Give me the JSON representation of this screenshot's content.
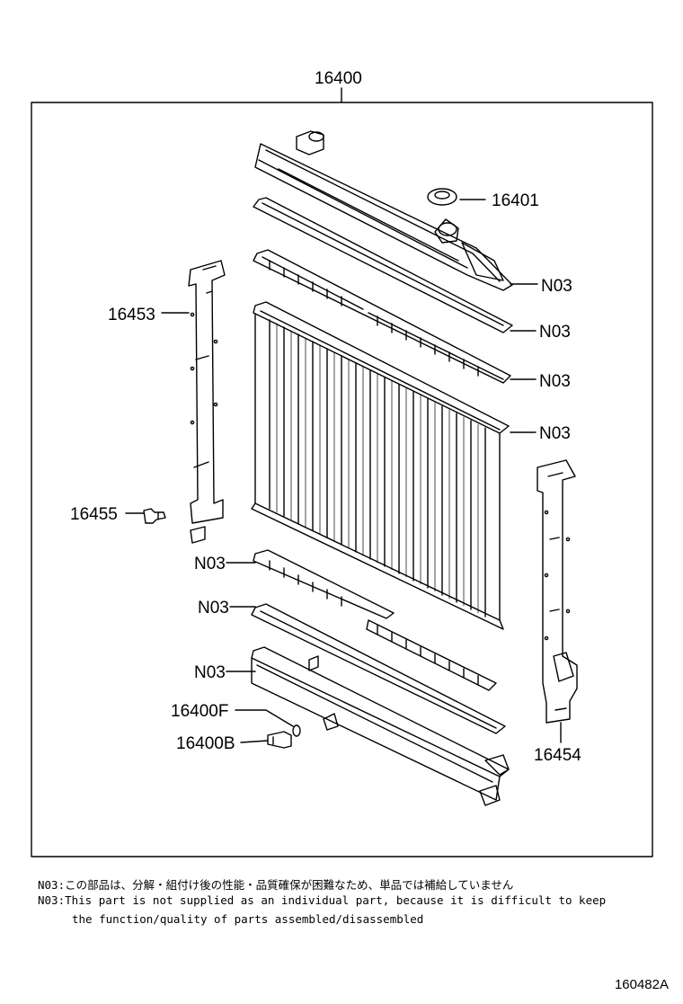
{
  "diagram": {
    "assembly_number": "16400",
    "labels": {
      "cap": "16401",
      "left_support": "16453",
      "bolt": "16455",
      "right_support": "16454",
      "drain_gasket": "16400F",
      "drain_cock": "16400B",
      "n03": "N03"
    }
  },
  "notes": {
    "line1": "N03:この部品は、分解・組付け後の性能・品質確保が困難なため、単品では補給していません",
    "line2": "N03:This part is not supplied as an individual part, because it is difficult to keep",
    "line3": "the function/quality of parts assembled/disassembled"
  },
  "reference_code": "160482A"
}
